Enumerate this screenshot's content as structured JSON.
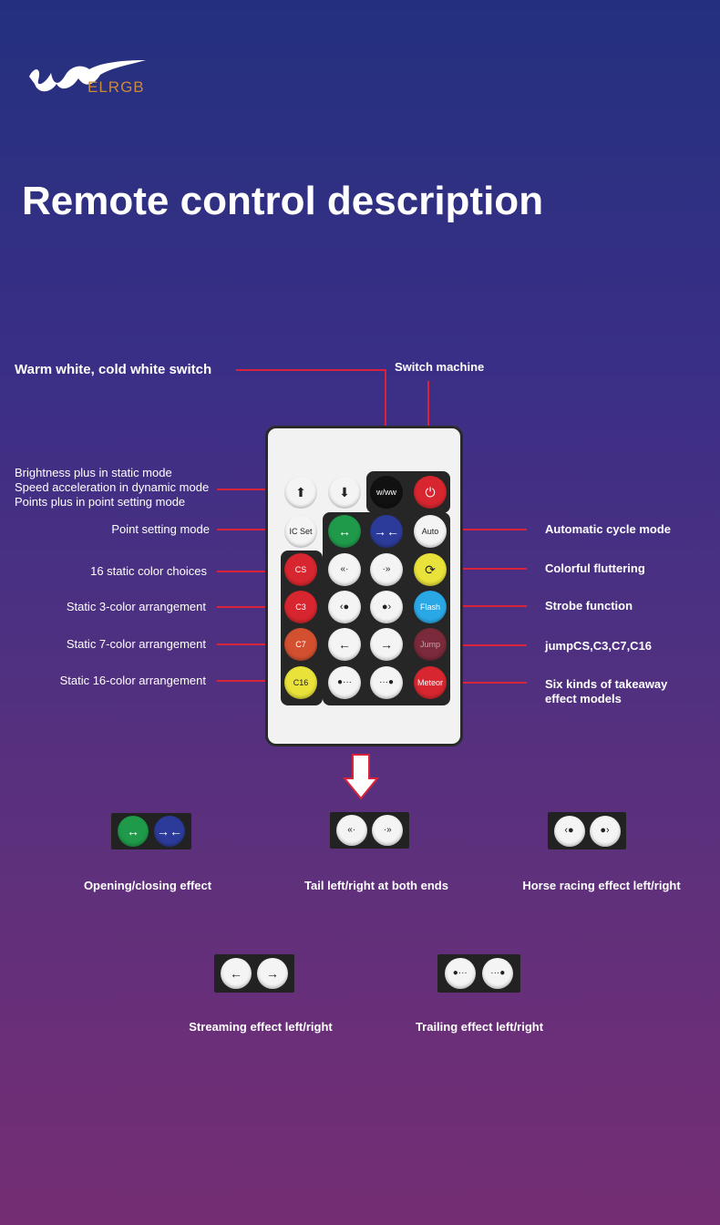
{
  "logo": {
    "text": "ELRGB"
  },
  "title": "Remote control description",
  "labels": {
    "warm_white": "Warm white, cold white switch",
    "switch_machine": "Switch machine",
    "brightness_1": "Brightness plus in static mode",
    "brightness_2": "Speed acceleration in dynamic mode",
    "brightness_3": "Points plus in point setting mode",
    "point_setting": "Point setting mode",
    "static_16": "16 static color choices",
    "static_3": "Static 3-color arrangement",
    "static_7": "Static 7-color arrangement",
    "static_16c": "Static 16-color arrangement",
    "auto_cycle": "Automatic cycle mode",
    "colorful": "Colorful fluttering",
    "strobe": "Strobe function",
    "jump": "jumpCS,C3,C7,C16",
    "six_kinds_1": "Six kinds of takeaway",
    "six_kinds_2": "effect models"
  },
  "remote": {
    "www": "w/ww",
    "icset": "IC Set",
    "auto": "Auto",
    "cs": "CS",
    "c3": "C3",
    "c7": "C7",
    "c16": "C16",
    "flash": "Flash",
    "jump": "Jump",
    "meteor": "Meteor"
  },
  "effects": {
    "opening": "Opening/closing effect",
    "tail": "Tail left/right at both ends",
    "horse": "Horse racing effect left/right",
    "streaming": "Streaming effect left/right",
    "trailing": "Trailing effect left/right"
  },
  "colors": {
    "line": "#d8233a",
    "bg_top": "#24307f",
    "bg_bottom": "#742d72"
  }
}
